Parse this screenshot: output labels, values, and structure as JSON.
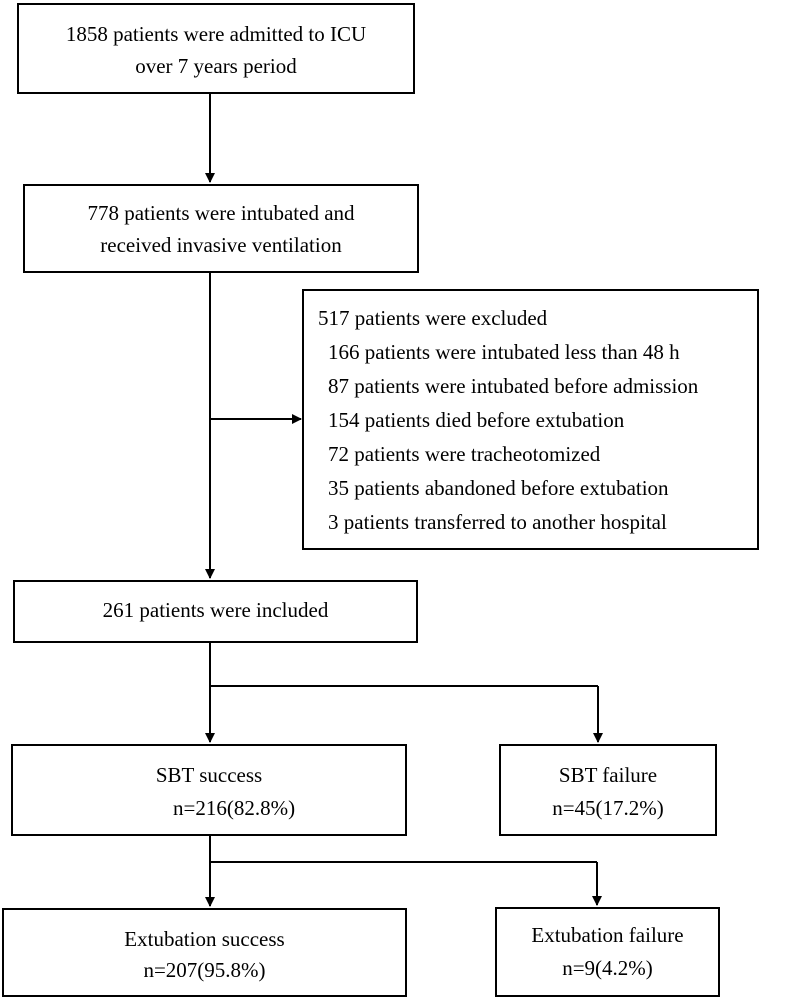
{
  "admitted": {
    "line1": "1858 patients were admitted to ICU",
    "line2": "over 7 years period"
  },
  "intubated": {
    "line1": "778 patients were intubated and",
    "line2": "received invasive ventilation"
  },
  "excluded": {
    "title": "517 patients were excluded",
    "items": [
      "166 patients were intubated less than 48 h",
      "87 patients were intubated before admission",
      "154 patients died before extubation",
      "72 patients were tracheotomized",
      "35 patients abandoned before extubation",
      "3 patients transferred to another hospital"
    ]
  },
  "included": {
    "line1": "261 patients were included"
  },
  "sbt_success": {
    "line1": "SBT success",
    "line2": "n=216(82.8%)"
  },
  "sbt_failure": {
    "line1": "SBT failure",
    "line2": "n=45(17.2%)"
  },
  "extubation_success": {
    "line1": "Extubation success",
    "line2": "n=207(95.8%)"
  },
  "extubation_failure": {
    "line1": "Extubation failure",
    "line2": "n=9(4.2%)"
  }
}
